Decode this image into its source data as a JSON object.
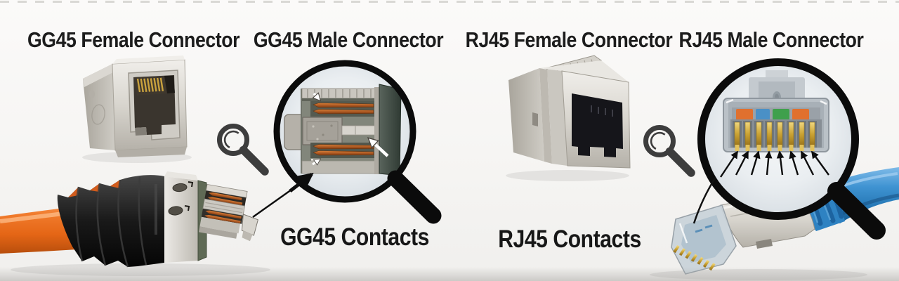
{
  "labels": {
    "gg45_female": "GG45 Female Connector",
    "gg45_male": "GG45 Male Connector",
    "rj45_female": "RJ45 Female Connector",
    "rj45_male": "RJ45 Male Connector"
  },
  "captions": {
    "gg45_contacts": "GG45 Contacts",
    "rj45_contacts": "RJ45 Contacts"
  },
  "icons": {
    "small_left": "magnifying-glass-icon",
    "small_right": "magnifying-glass-icon",
    "loupe_left": "magnifier-loupe-gg45-plug-contacts",
    "loupe_right": "magnifier-loupe-rj45-plug-contacts"
  },
  "colors": {
    "background": "#f6f5f3",
    "text": "#1c1c1c",
    "outline_black": "#0b0b0b",
    "gg45_cable_orange": "#ee7125",
    "rj45_cable_blue": "#2f85c6",
    "metal_silver": "#d3d0c9",
    "copper_contact": "#b35f2a",
    "gold_contact": "#c9a335",
    "wire_orange": "#e0702e",
    "wire_blue": "#4a90c6",
    "wire_green": "#3fa04c"
  }
}
